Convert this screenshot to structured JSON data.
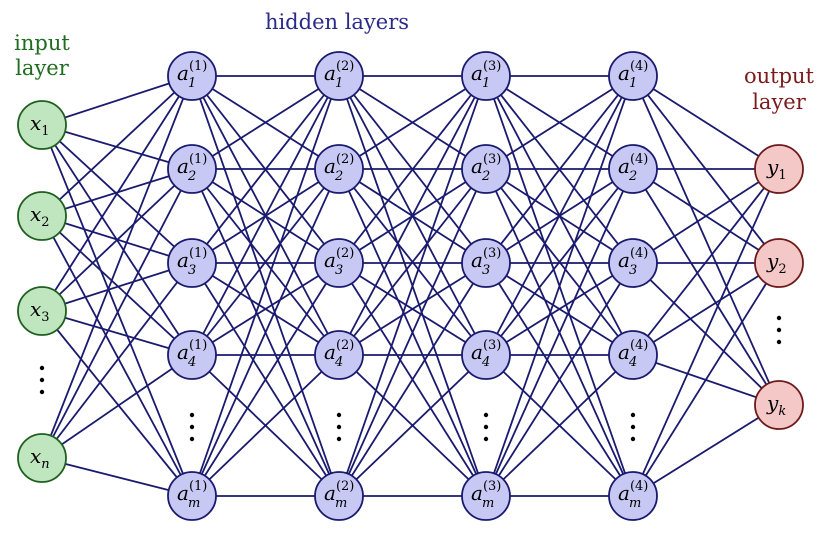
{
  "labels": {
    "input_line1": "input",
    "input_line2": "layer",
    "hidden": "hidden layers",
    "output_line1": "output",
    "output_line2": "layer"
  },
  "colors": {
    "edge": "#1a1a6e",
    "input_fill": "#bfe6bf",
    "input_stroke": "#1f5f1f",
    "input_label": "#1f6b1f",
    "hidden_fill": "#c8c8f5",
    "hidden_stroke": "#1a1a6e",
    "hidden_label": "#2a2a8a",
    "output_fill": "#f5c8c8",
    "output_stroke": "#6e1a1a",
    "output_label": "#7a1a1a"
  },
  "input_nodes": [
    {
      "var": "x",
      "sub": "1"
    },
    {
      "var": "x",
      "sub": "2"
    },
    {
      "var": "x",
      "sub": "3"
    },
    {
      "ellipsis": true
    },
    {
      "var": "x",
      "sub": "n"
    }
  ],
  "hidden_layers": [
    {
      "sup": "(1)",
      "nodes": [
        {
          "var": "a",
          "sub": "1"
        },
        {
          "var": "a",
          "sub": "2"
        },
        {
          "var": "a",
          "sub": "3"
        },
        {
          "var": "a",
          "sub": "4"
        },
        {
          "ellipsis": true
        },
        {
          "var": "a",
          "sub": "m"
        }
      ]
    },
    {
      "sup": "(2)",
      "nodes": [
        {
          "var": "a",
          "sub": "1"
        },
        {
          "var": "a",
          "sub": "2"
        },
        {
          "var": "a",
          "sub": "3"
        },
        {
          "var": "a",
          "sub": "4"
        },
        {
          "ellipsis": true
        },
        {
          "var": "a",
          "sub": "m"
        }
      ]
    },
    {
      "sup": "(3)",
      "nodes": [
        {
          "var": "a",
          "sub": "1"
        },
        {
          "var": "a",
          "sub": "2"
        },
        {
          "var": "a",
          "sub": "3"
        },
        {
          "var": "a",
          "sub": "4"
        },
        {
          "ellipsis": true
        },
        {
          "var": "a",
          "sub": "m"
        }
      ]
    },
    {
      "sup": "(4)",
      "nodes": [
        {
          "var": "a",
          "sub": "1"
        },
        {
          "var": "a",
          "sub": "2"
        },
        {
          "var": "a",
          "sub": "3"
        },
        {
          "var": "a",
          "sub": "4"
        },
        {
          "ellipsis": true
        },
        {
          "var": "a",
          "sub": "m"
        }
      ]
    }
  ],
  "output_nodes": [
    {
      "var": "y",
      "sub": "1"
    },
    {
      "var": "y",
      "sub": "2"
    },
    {
      "ellipsis": true
    },
    {
      "var": "y",
      "sub": "k"
    }
  ]
}
